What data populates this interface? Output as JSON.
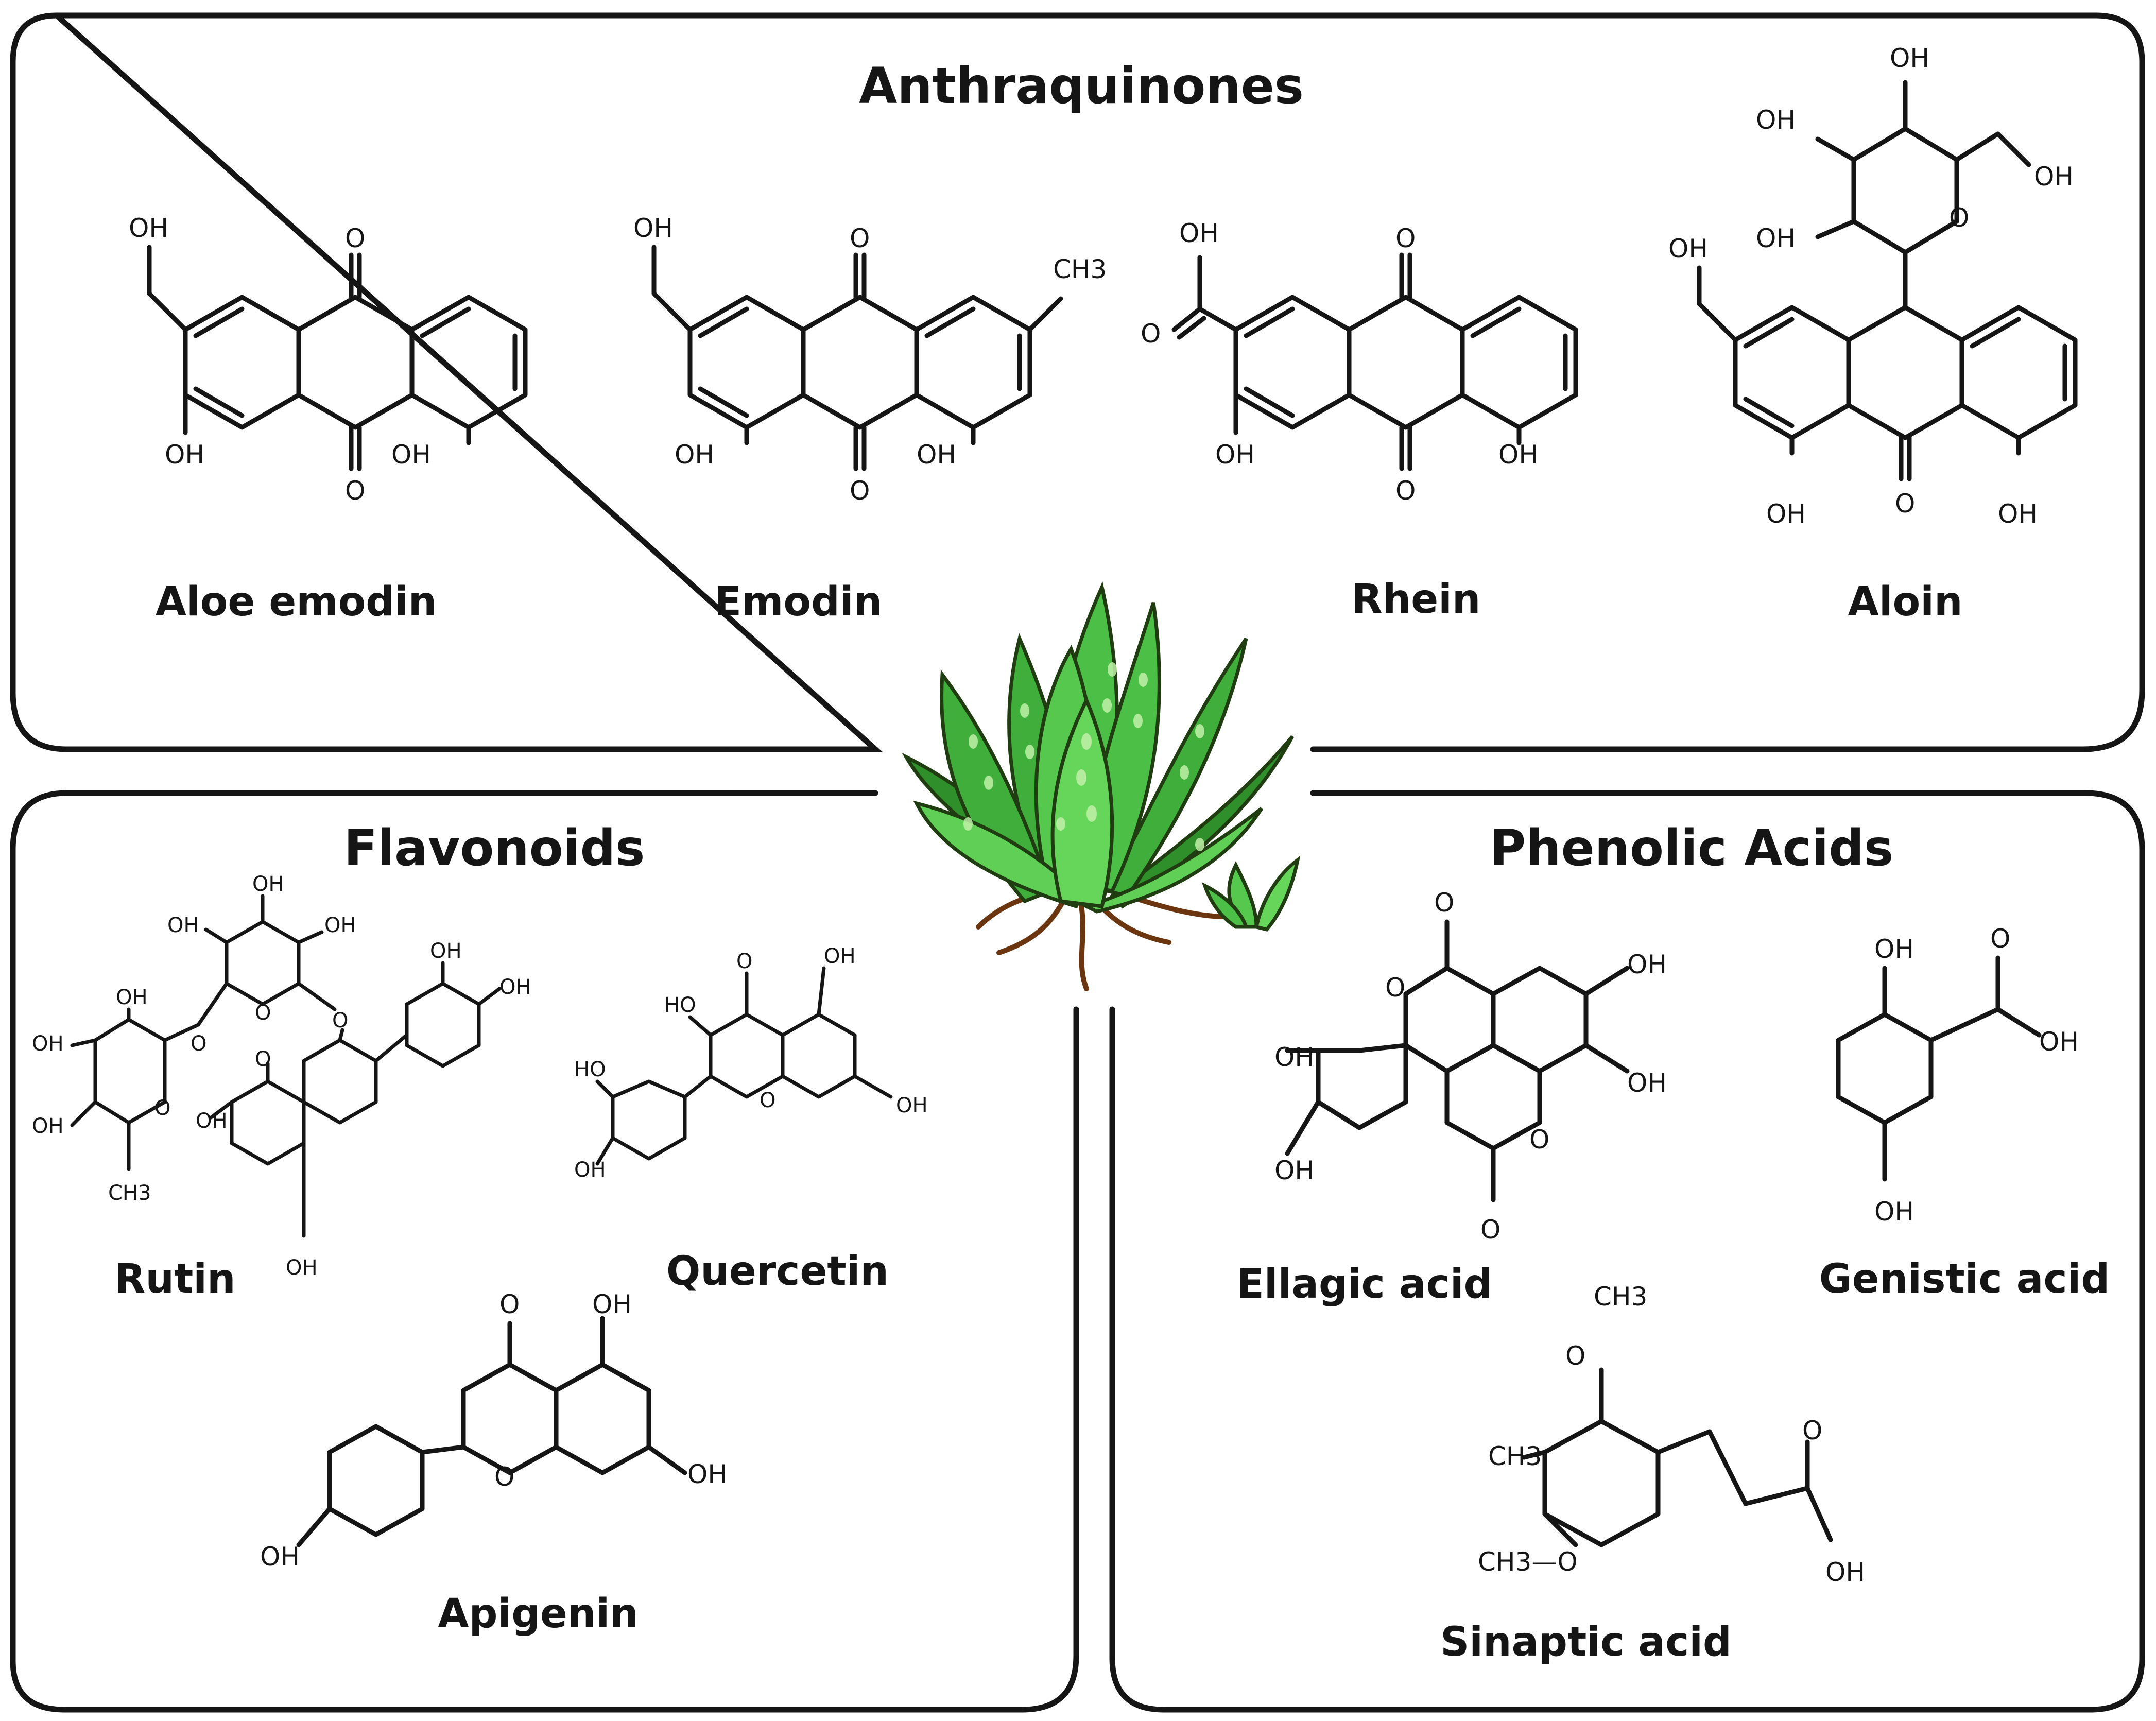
{
  "panels": {
    "anthraquinones": {
      "title": "Anthraquinones",
      "compounds": [
        "Aloe emodin",
        "Emodin",
        "Rhein",
        "Aloin"
      ]
    },
    "flavonoids": {
      "title": "Flavonoids",
      "compounds": [
        "Rutin",
        "Quercetin",
        "Apigenin"
      ]
    },
    "phenolic_acids": {
      "title": "Phenolic Acids",
      "compounds": [
        "Ellagic acid",
        "Genistic acid",
        "Sinaptic acid"
      ]
    }
  },
  "atom_labels": {
    "oh": "OH",
    "ho": "HO",
    "o": "O",
    "ch3": "CH3",
    "ch3_dash": "CH3—O"
  },
  "colors": {
    "outline": "#151515",
    "leaf_green": "#3fae3a",
    "leaf_light": "#7fd86a",
    "root_brown": "#6b3510"
  }
}
